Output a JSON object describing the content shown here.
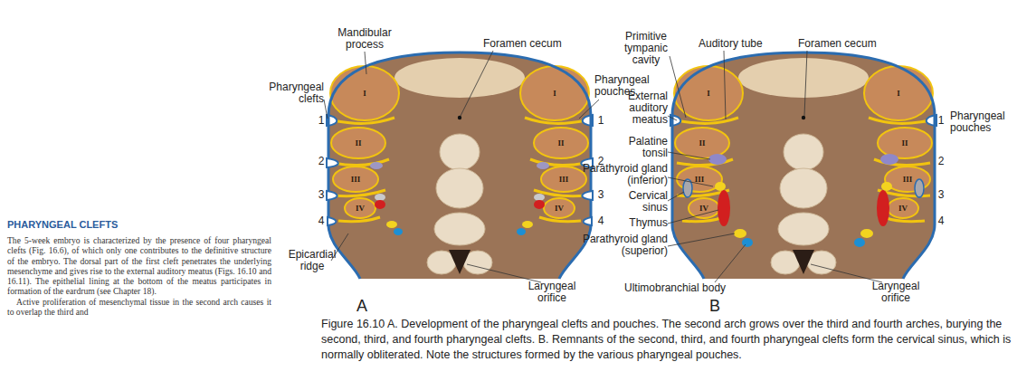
{
  "diagram": {
    "title": "PHARYNGEAL CLEFTS",
    "caption": "Figure 16.10 A. Development of the pharyngeal clefts and pouches. The second arch grows over the third and fourth arches, burying the second, third, and fourth pharyngeal clefts. B. Remnants of the second, third, and fourth pharyngeal clefts form the cervical sinus, which is normally obliterated. Note the structures formed by the various pharyngeal pouches.",
    "labels": [
      "The 5-week embryo is characterized by the presence of four pharyngeal clefts (Fig. 16.6), of which only one contributes to the definitive structure of the embryo. The dorsal part of the first cleft penetrates the underlying mesenchyme and gives rise to the external auditory meatus (Figs. 16.10 and 16.11). The epithelial lining at the bottom of the meatus participates in formation of the eardrum (see Chapter 18).",
      "Active proliferation of mesenchymal tissue in the second arch causes it to overlap the third and",
      "Mandibular process",
      "Pharyngeal clefts",
      "Foramen cecum",
      "Pharyngeal pouches",
      "1",
      "2",
      "3",
      "4",
      "1",
      "2",
      "3",
      "4",
      "I",
      "II",
      "III",
      "IV",
      "I",
      "II",
      "III",
      "IV",
      "Epicardial ridge",
      "Laryngeal orifice",
      "A",
      "Primitive tympanic cavity",
      "Auditory tube",
      "Foramen cecum",
      "External auditory meatus",
      "Palatine tonsil",
      "Parathyroid gland (inferior)",
      "Cervical sinus",
      "Thymus",
      "Parathyroid gland (superior)",
      "Ultimobranchial body",
      "B",
      "1",
      "Pharyngeal pouches",
      "2",
      "3",
      "4",
      "Laryngeal orifice",
      "I",
      "II",
      "III",
      "IV",
      "I",
      "II",
      "III",
      "IV"
    ]
  }
}
